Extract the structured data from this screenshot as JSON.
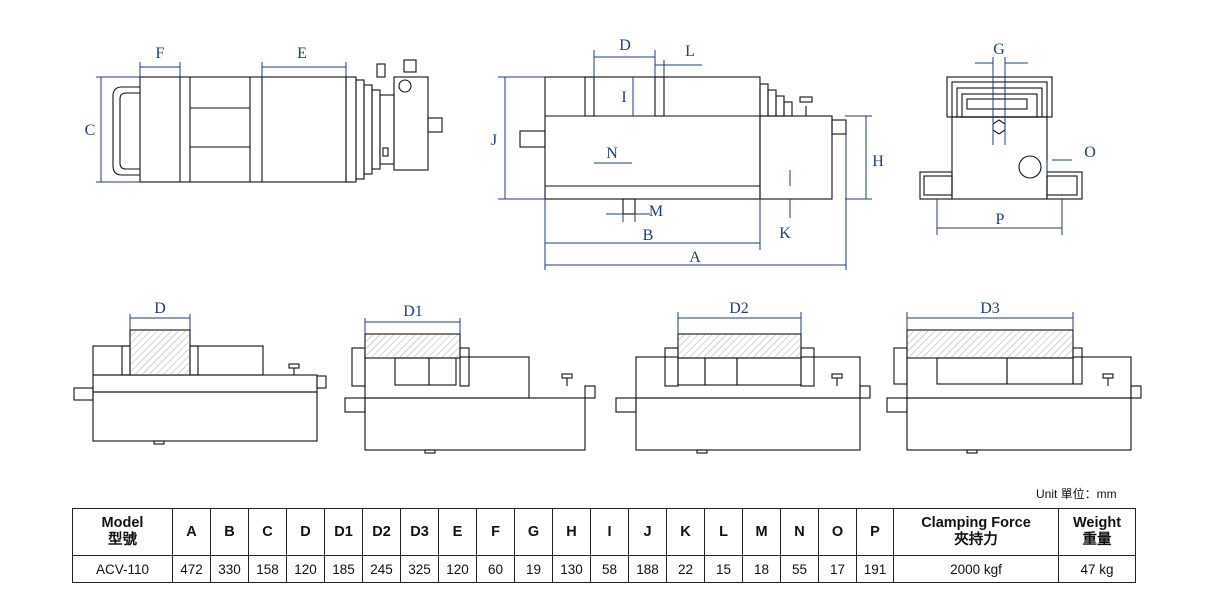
{
  "dimension_labels": {
    "F": "F",
    "E": "E",
    "C": "C",
    "D": "D",
    "L": "L",
    "I": "I",
    "J": "J",
    "N": "N",
    "M": "M",
    "B": "B",
    "A": "A",
    "K": "K",
    "H": "H",
    "G": "G",
    "O": "O",
    "P": "P",
    "D1": "D1",
    "D2": "D2",
    "D3": "D3"
  },
  "unit_note": "Unit 單位：mm",
  "table": {
    "headers": [
      {
        "l1": "Model",
        "l2": "型號"
      },
      {
        "l1": "A",
        "l2": ""
      },
      {
        "l1": "B",
        "l2": ""
      },
      {
        "l1": "C",
        "l2": ""
      },
      {
        "l1": "D",
        "l2": ""
      },
      {
        "l1": "D1",
        "l2": ""
      },
      {
        "l1": "D2",
        "l2": ""
      },
      {
        "l1": "D3",
        "l2": ""
      },
      {
        "l1": "E",
        "l2": ""
      },
      {
        "l1": "F",
        "l2": ""
      },
      {
        "l1": "G",
        "l2": ""
      },
      {
        "l1": "H",
        "l2": ""
      },
      {
        "l1": "I",
        "l2": ""
      },
      {
        "l1": "J",
        "l2": ""
      },
      {
        "l1": "K",
        "l2": ""
      },
      {
        "l1": "L",
        "l2": ""
      },
      {
        "l1": "M",
        "l2": ""
      },
      {
        "l1": "N",
        "l2": ""
      },
      {
        "l1": "O",
        "l2": ""
      },
      {
        "l1": "P",
        "l2": ""
      },
      {
        "l1": "Clamping Force",
        "l2": "夾持力"
      },
      {
        "l1": "Weight",
        "l2": "重量"
      }
    ],
    "rows": [
      [
        "ACV-110",
        "472",
        "330",
        "158",
        "120",
        "185",
        "245",
        "325",
        "120",
        "60",
        "19",
        "130",
        "58",
        "188",
        "22",
        "15",
        "18",
        "55",
        "17",
        "191",
        "2000 kgf",
        "47 kg"
      ]
    ]
  }
}
